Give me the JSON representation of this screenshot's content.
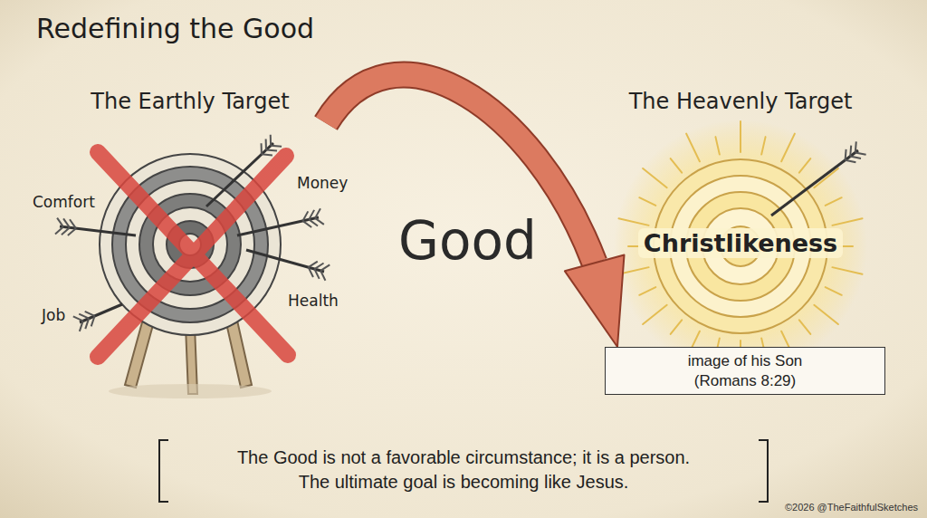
{
  "diagram": {
    "title": "Redefining the Good",
    "caption": "The Good is not a favorable circumstance; it is a person. The ultimate goal is becoming like Jesus.",
    "nodes": [
      {
        "text": [
          "The Earthly Target"
        ]
      },
      {
        "text": [
          "The Heavenly Target",
          "Christlikeness"
        ]
      },
      {
        "text": [
          "image of his Son (Romans 8:29)"
        ]
      }
    ],
    "edges": [
      {
        "from": 0,
        "to": 2,
        "label": "Good",
        "arrow": "to"
      }
    ],
    "labels": [
      "Comfort",
      "Money",
      "Job",
      "Health",
      "©2026 @TheFaithfulSketches"
    ]
  }
}
